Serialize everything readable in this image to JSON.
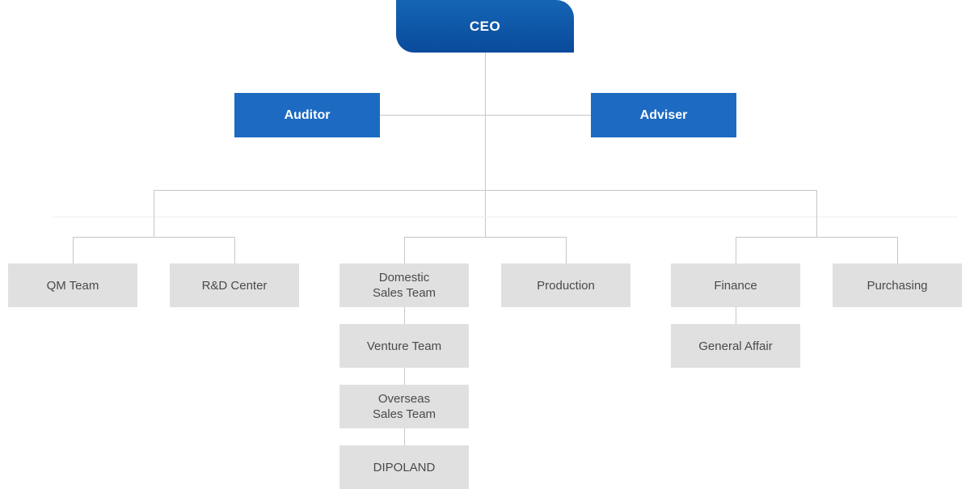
{
  "org_chart": {
    "nodes": {
      "ceo": {
        "lines": [
          "CEO"
        ]
      },
      "auditor": {
        "lines": [
          "Auditor"
        ]
      },
      "adviser": {
        "lines": [
          "Adviser"
        ]
      },
      "qm_team": {
        "lines": [
          "QM Team"
        ]
      },
      "rd_center": {
        "lines": [
          "R&D Center"
        ]
      },
      "domestic_sales_team": {
        "lines": [
          "Domestic",
          "Sales Team"
        ]
      },
      "production": {
        "lines": [
          "Production"
        ]
      },
      "finance": {
        "lines": [
          "Finance"
        ]
      },
      "purchasing": {
        "lines": [
          "Purchasing"
        ]
      },
      "venture_team": {
        "lines": [
          "Venture Team"
        ]
      },
      "overseas_sales_team": {
        "lines": [
          "Overseas",
          "Sales Team"
        ]
      },
      "dipoland": {
        "lines": [
          "DIPOLAND"
        ]
      },
      "general_affair": {
        "lines": [
          "General Affair"
        ]
      }
    },
    "theme": {
      "ceo_gradient_top": "#1565b5",
      "ceo_gradient_bottom": "#0a4a9b",
      "branch_blue": "#1c6ac1",
      "dept_gray": "#e0e0e0",
      "dept_text": "#4a4a4a",
      "node_text_light": "#ffffff",
      "connector": "#c6c6c6",
      "connector_faint": "#f0eeee",
      "background": "#ffffff"
    }
  }
}
